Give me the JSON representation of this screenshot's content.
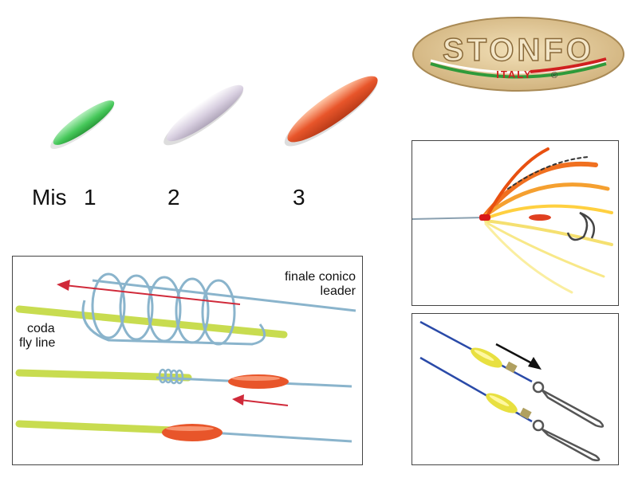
{
  "logo": {
    "brand": "STONFO",
    "country": "ITALY",
    "registered": "®"
  },
  "sizes": {
    "prefix": "Mis",
    "items": [
      "1",
      "2",
      "3"
    ]
  },
  "knot_diagram": {
    "leader_label_it": "finale conico",
    "leader_label_en": "leader",
    "line_label_it": "coda",
    "line_label_en": "fly line"
  },
  "colors": {
    "size1": "#46c85a",
    "size2": "#d8cfe0",
    "size3": "#e8552a",
    "fly_line": "#c8dc50",
    "leader": "#8ab4cc",
    "arrow": "#d02a3a"
  }
}
